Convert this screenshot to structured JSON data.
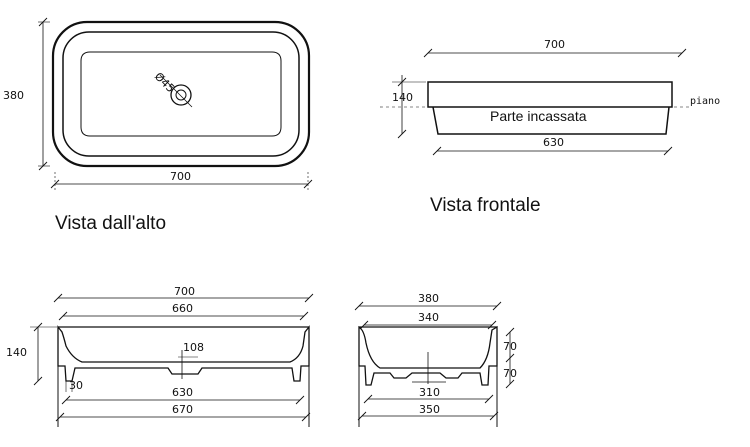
{
  "top_view": {
    "caption": "Vista dall'alto",
    "width_dim": "700",
    "depth_dim": "380",
    "drain_dim": "Ø45"
  },
  "front_view": {
    "caption": "Vista frontale",
    "top_width_dim": "700",
    "height_dim": "140",
    "recessed_label": "Parte incassata",
    "counter_label": "piano",
    "bottom_width_dim": "630"
  },
  "long_section": {
    "overall_width_dim": "700",
    "inner_width_dim": "660",
    "height_dim": "140",
    "drain_height_dim": "108",
    "foot_dim": "30",
    "base_width_dim": "630",
    "outer_base_dim": "670"
  },
  "cross_section": {
    "overall_width_dim": "380",
    "inner_width_dim": "340",
    "upper_height_dim": "70",
    "lower_height_dim": "70",
    "base_width_dim": "310",
    "outer_base_dim": "350"
  },
  "colors": {
    "line": "#111111",
    "background": "#ffffff",
    "fill": "#ffffff"
  }
}
